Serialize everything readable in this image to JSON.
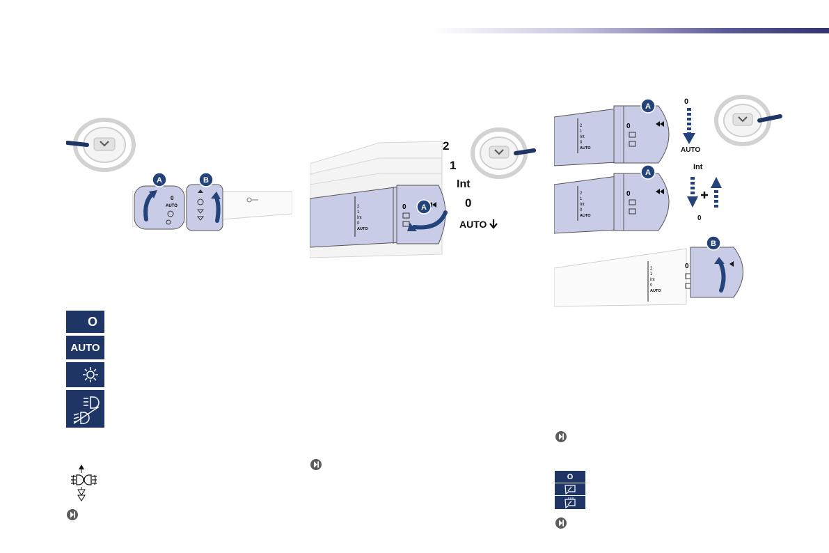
{
  "header_bar": {
    "colors": [
      "#ffffff",
      "#c9c8e0",
      "#35336d"
    ]
  },
  "lighting": {
    "callout_a": "A",
    "callout_b": "B",
    "stalk_label_0": "0",
    "stalk_label_auto": "AUTO"
  },
  "light_symbols": {
    "off_label": "O",
    "auto_label": "AUTO",
    "icons": [
      "sidelights-icon",
      "dipped-main-beam-icon"
    ]
  },
  "fog_symbol": {
    "icon": "fog-lamps-icon"
  },
  "wiper_front": {
    "positions": [
      "2",
      "1",
      "Int",
      "0",
      "AUTO"
    ],
    "callout_a": "A",
    "stalk_labels": [
      "2",
      "1",
      "Int",
      "0",
      "AUTO"
    ]
  },
  "wiper_rear": {
    "top_callout": "A",
    "top_positions": [
      "0",
      "AUTO"
    ],
    "mid_callout": "A",
    "mid_positions": [
      "Int",
      "0"
    ],
    "bottom_callout": "B",
    "stalk_labels": [
      "2",
      "1",
      "Int",
      "0",
      "AUTO"
    ],
    "stalk_zero": "0"
  },
  "rear_symbols": {
    "off_label": "O",
    "icons": [
      "rear-wiper-icon",
      "rear-wash-icon"
    ]
  },
  "colors": {
    "navy": "#1f3566",
    "stalk": "#c8cce6",
    "arrow": "#24437a"
  }
}
